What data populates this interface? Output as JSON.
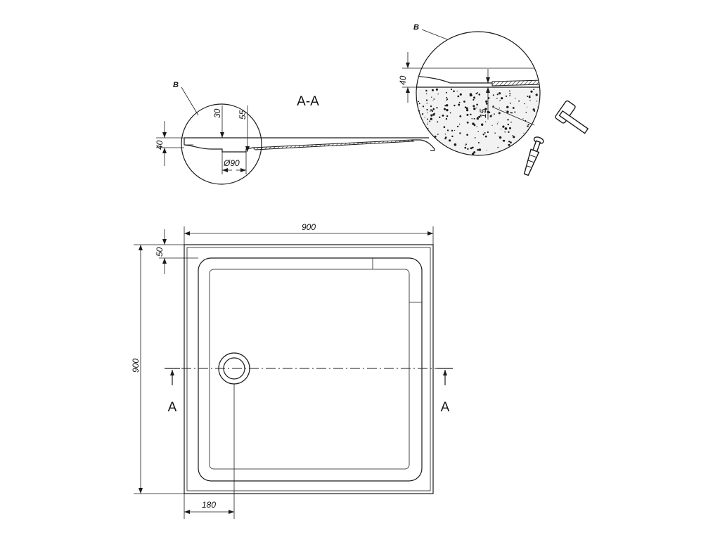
{
  "section": {
    "title": "A-A",
    "detail_label": "B",
    "dims": {
      "depth": "40",
      "outlet_drop": "30",
      "outlet_depth": "55",
      "outlet_diameter": "Ø90"
    }
  },
  "detail": {
    "label": "B",
    "dims": {
      "depth": "40",
      "recess": "15"
    }
  },
  "plan": {
    "width": "900",
    "height": "900",
    "rim": "50",
    "drain_offset": "180",
    "section_left": "A",
    "section_right": "A"
  }
}
